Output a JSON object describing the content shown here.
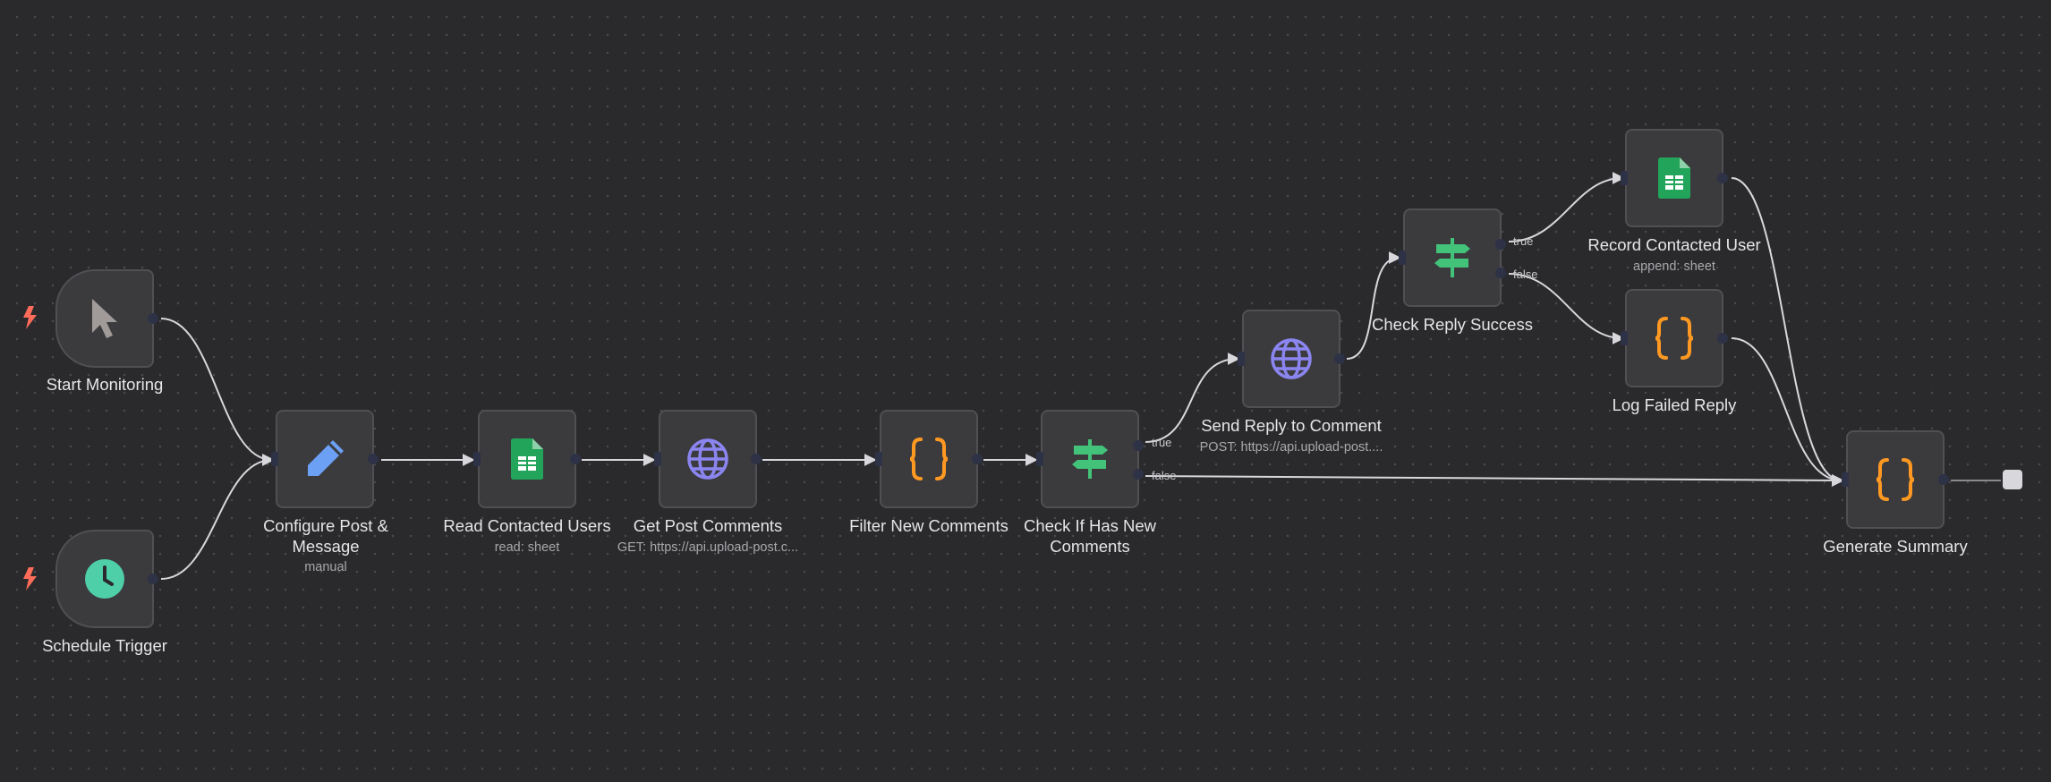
{
  "colors": {
    "background": "#2a2a2c",
    "node_fill": "#3b3b3e",
    "node_border": "#505054",
    "edge": "#d8d8dc",
    "trigger_bolt": "#ff6d5a",
    "sheets_green": "#22a55a",
    "code_orange": "#ff9922",
    "http_purple": "#8b85f0",
    "if_green": "#43c27a",
    "schedule_teal": "#4fcfa8",
    "pencil_blue": "#6ba0f5"
  },
  "nodes": {
    "start_monitoring": {
      "label": "Start Monitoring",
      "icon": "cursor-icon"
    },
    "schedule_trigger": {
      "label": "Schedule Trigger",
      "icon": "clock-icon"
    },
    "configure_post": {
      "label": "Configure Post & Message",
      "subtitle": "manual",
      "icon": "pencil-icon"
    },
    "read_contacted": {
      "label": "Read Contacted Users",
      "subtitle": "read: sheet",
      "icon": "sheets-icon"
    },
    "get_comments": {
      "label": "Get Post Comments",
      "subtitle": "GET: https://api.upload-post.c...",
      "icon": "globe-icon"
    },
    "filter_new": {
      "label": "Filter New Comments",
      "icon": "code-braces-icon"
    },
    "check_new": {
      "label": "Check If Has New Comments",
      "icon": "signpost-icon",
      "true_label": "true",
      "false_label": "false"
    },
    "send_reply": {
      "label": "Send Reply to Comment",
      "subtitle": "POST: https://api.upload-post....",
      "icon": "globe-icon"
    },
    "check_success": {
      "label": "Check Reply Success",
      "icon": "signpost-icon",
      "true_label": "true",
      "false_label": "false"
    },
    "record_contacted": {
      "label": "Record Contacted User",
      "subtitle": "append: sheet",
      "icon": "sheets-icon"
    },
    "log_failed": {
      "label": "Log Failed Reply",
      "icon": "code-braces-icon"
    },
    "generate_summary": {
      "label": "Generate Summary",
      "icon": "code-braces-icon"
    }
  }
}
